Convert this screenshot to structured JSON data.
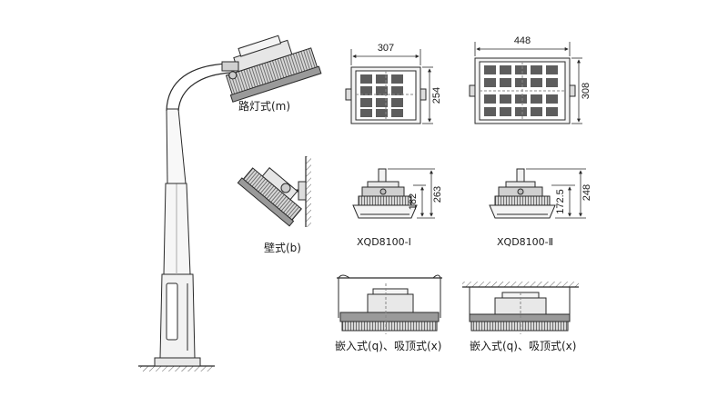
{
  "labels": {
    "street_mount": "路灯式(m)",
    "wall_mount": "壁式(b)",
    "model_1": "XQD8100-Ⅰ",
    "model_2": "XQD8100-Ⅱ",
    "recessed_1": "嵌入式(q)、吸顶式(x)",
    "recessed_2": "嵌入式(q)、吸顶式(x)"
  },
  "dimensions": {
    "model_1": {
      "width": "307",
      "height": "254",
      "side_total": "263",
      "side_body": "182"
    },
    "model_2": {
      "width": "448",
      "height": "308",
      "side_total": "248",
      "side_body": "172.5"
    }
  },
  "colors": {
    "line": "#2a2a2a",
    "fill_light": "#e6e6e6",
    "fill_mid": "#bdbdbd",
    "fill_dark": "#7a7a7a"
  }
}
